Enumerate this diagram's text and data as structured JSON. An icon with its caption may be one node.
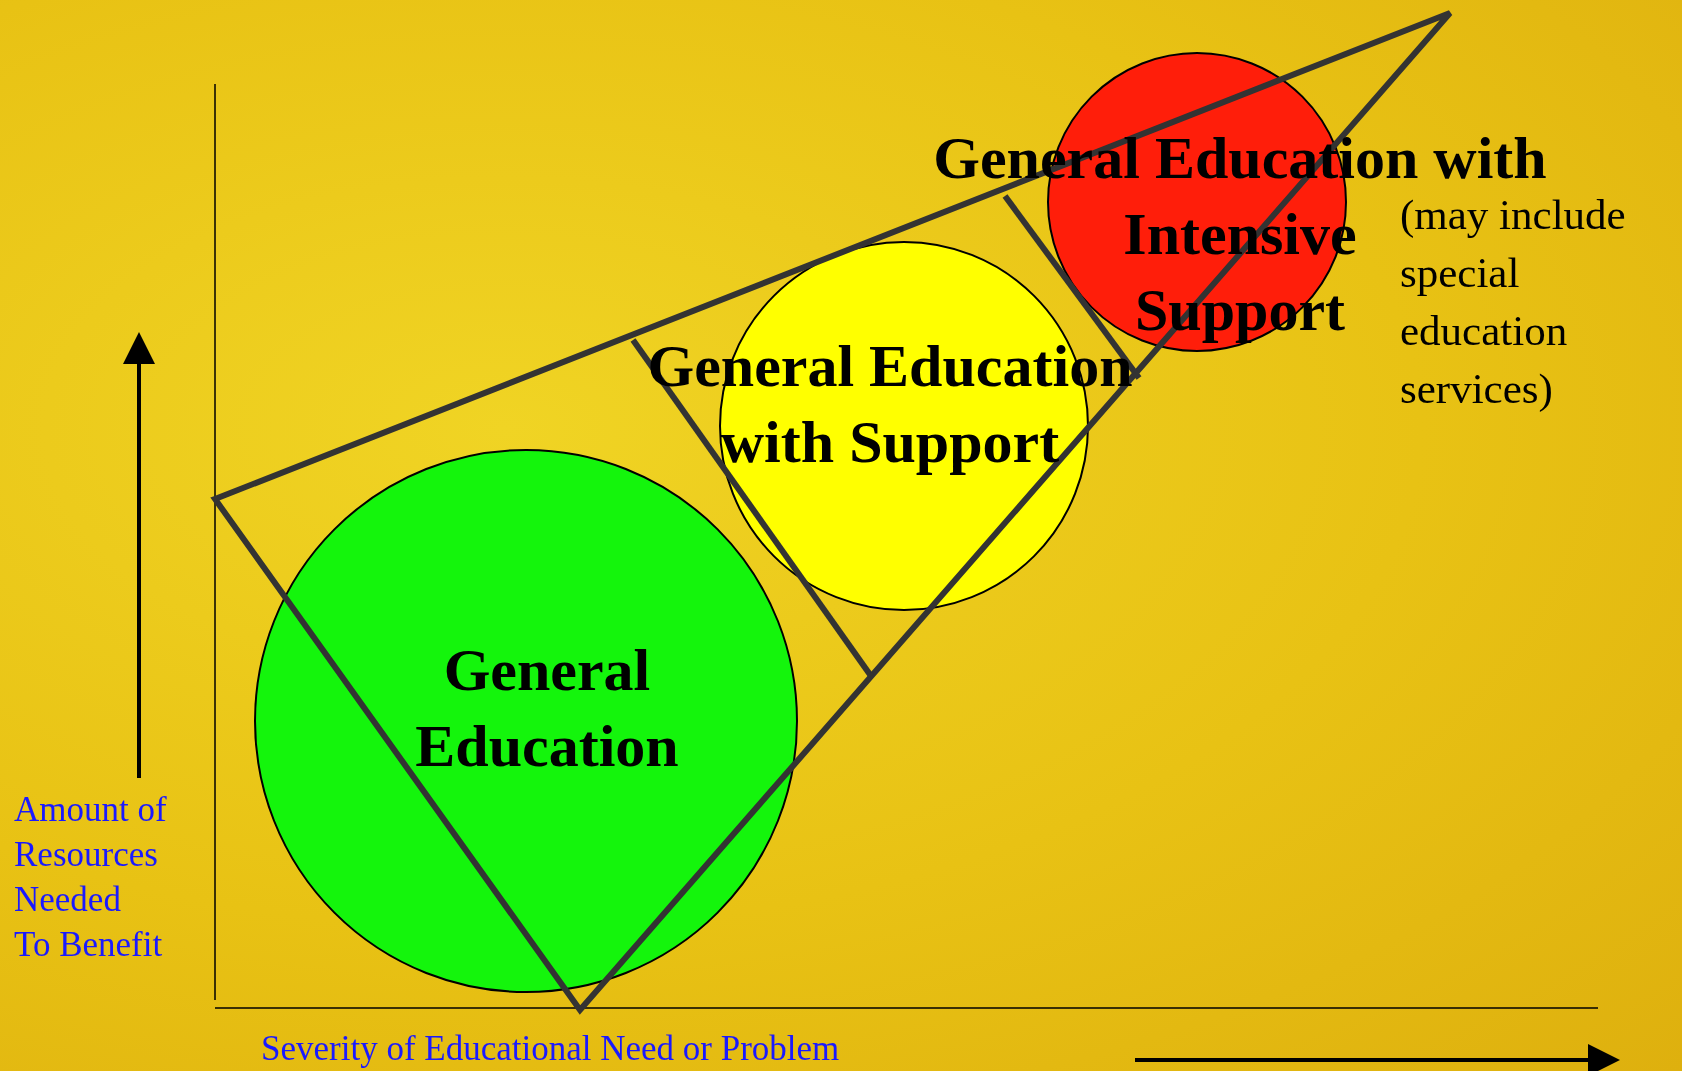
{
  "diagram": {
    "nodes": [
      {
        "text": [
          "General Education"
        ]
      },
      {
        "text": [
          "General Education with Support"
        ]
      },
      {
        "text": [
          "General Education with Intensive Support",
          "(may include special education services)"
        ]
      }
    ],
    "labels": [
      "Amount of Resources Needed To Benefit",
      "Severity of Educational Need or Problem"
    ]
  }
}
